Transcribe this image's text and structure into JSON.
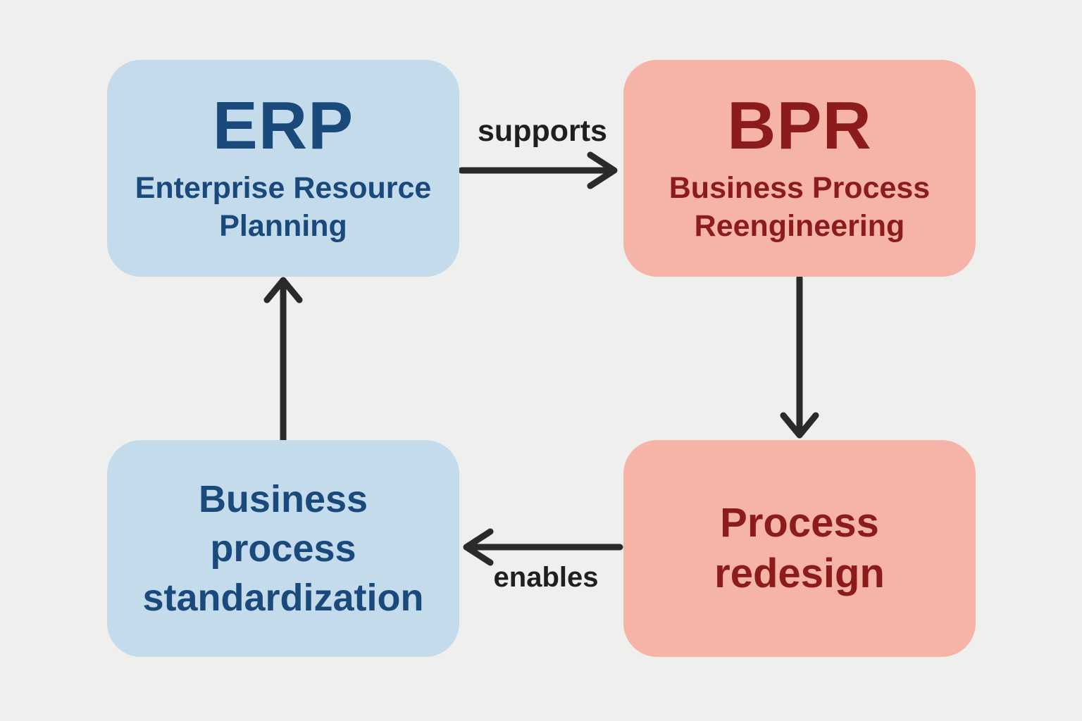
{
  "colors": {
    "background": "#efefee",
    "blue_box": "#c3dbeb",
    "navy_text": "#1a4a7c",
    "pink_box": "#f6b4a8",
    "red_text": "#8c1b1b",
    "arrow": "#2a2a2a",
    "label_text": "#1f1f1f"
  },
  "nodes": {
    "erp": {
      "abbr": "ERP",
      "full": "Enterprise Resource\nPlanning"
    },
    "bpr": {
      "abbr": "BPR",
      "full": "Business Process\nReengineering"
    },
    "process_redesign": {
      "label": "Process\nredesign"
    },
    "business_process_standardization": {
      "label": "Business\nprocess\nstandardization"
    }
  },
  "edges": {
    "erp_to_bpr": {
      "label": "supports"
    },
    "bpr_to_process_redesign": {
      "label": ""
    },
    "process_redesign_to_bps": {
      "label": "enables"
    },
    "bps_to_erp": {
      "label": ""
    }
  }
}
